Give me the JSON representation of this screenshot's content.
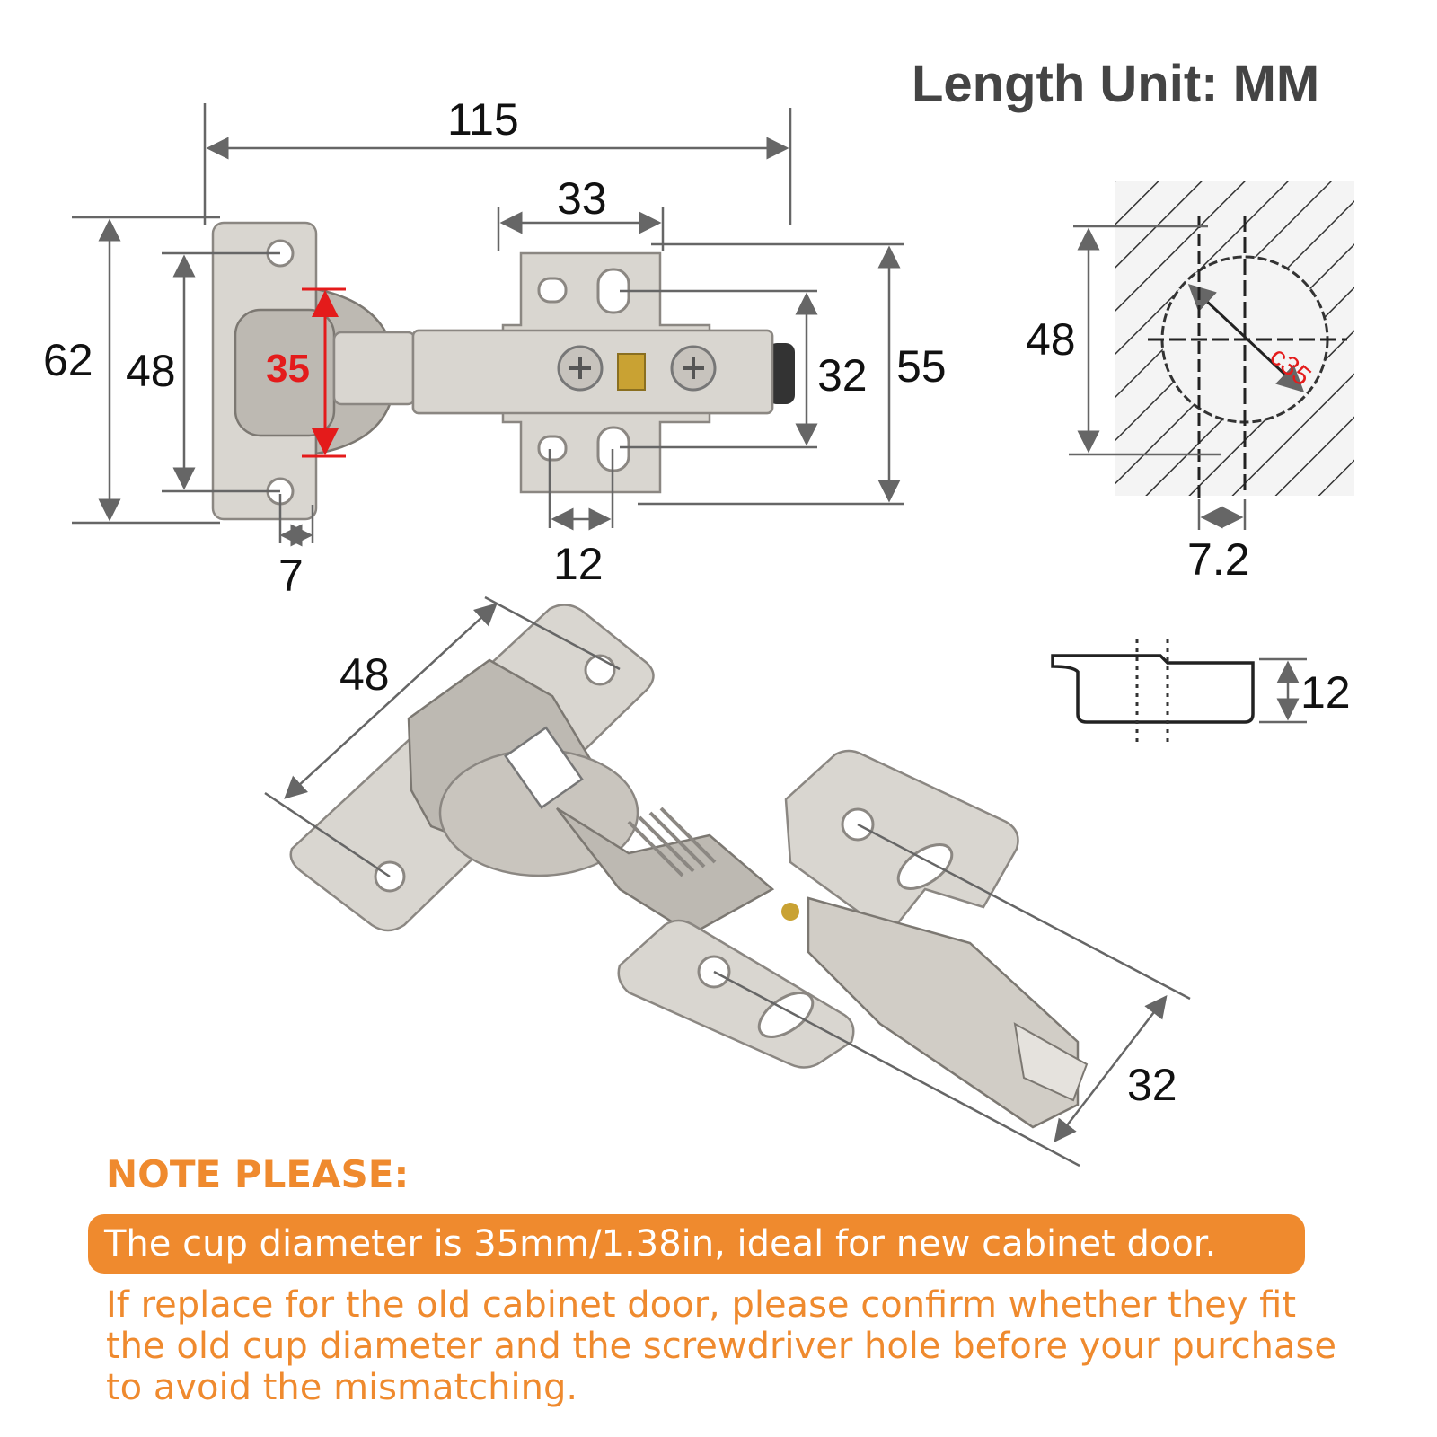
{
  "title": "Length Unit: MM",
  "dimensions": {
    "total_length": "115",
    "cup_plate_width": "33",
    "height_62": "62",
    "hole_spacing_48": "48",
    "cup_diameter": "35",
    "edge_offset_7": "7",
    "plate_holes_12": "12",
    "mount_32": "32",
    "mount_55": "55",
    "drill_48": "48",
    "drill_c35": "c35",
    "drill_72": "7.2",
    "cup_depth_12": "12",
    "iso_48": "48",
    "iso_32": "32"
  },
  "note": {
    "heading": "NOTE PLEASE:",
    "banner": "The cup diameter is 35mm/1.38in, ideal for new cabinet door.",
    "body": "If replace for the old cabinet door, please confirm whether they fit the old cup diameter and the screwdriver hole before your purchase to avoid the mismatching."
  },
  "colors": {
    "accent": "#ef8a2e",
    "cup_highlight": "#e41b1b",
    "metal": "#d9d6d0"
  }
}
